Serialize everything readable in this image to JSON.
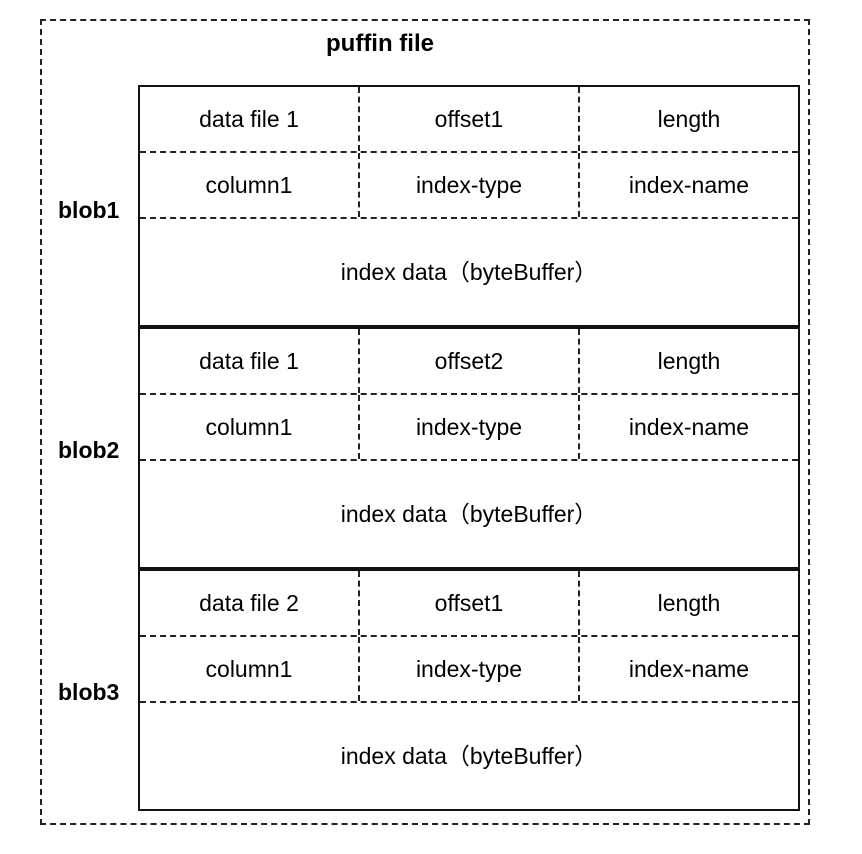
{
  "title": "puffin file",
  "blobs": [
    {
      "label": "blob1",
      "row1": [
        "data file 1",
        "offset1",
        "length"
      ],
      "row2": [
        "column1",
        "index-type",
        "index-name"
      ],
      "index_data": "index data（byteBuffer）"
    },
    {
      "label": "blob2",
      "row1": [
        "data file 1",
        "offset2",
        "length"
      ],
      "row2": [
        "column1",
        "index-type",
        "index-name"
      ],
      "index_data": "index data（byteBuffer）"
    },
    {
      "label": "blob3",
      "row1": [
        "data file 2",
        "offset1",
        "length"
      ],
      "row2": [
        "column1",
        "index-type",
        "index-name"
      ],
      "index_data": "index data（byteBuffer）"
    }
  ]
}
